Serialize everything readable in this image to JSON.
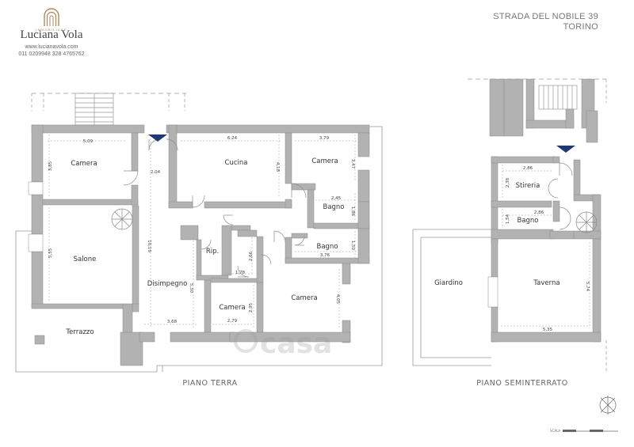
{
  "header": {
    "brand_tagline": "IMMOBILIARE",
    "brand_name": "Luciana Vola",
    "website": "www.lucianavola.com",
    "phones": "011 0209948   328 4765762",
    "address_street": "STRADA DEL NOBILE 39",
    "address_city": "TORINO"
  },
  "floors": {
    "ground": "PIANO  TERRA",
    "basement": "PIANO  SEMINTERRATO"
  },
  "rooms": {
    "camera_1": "Camera",
    "cucina": "Cucina",
    "camera_2": "Camera",
    "bagno_1": "Bagno",
    "bagno_2": "Bagno",
    "salone": "Salone",
    "rip": "Rip.",
    "disimpegno": "Disimpegno",
    "camera_3": "Camera",
    "camera_4": "Camera",
    "terrazzo": "Terrazzo",
    "stireria": "Stireria",
    "bagno_3": "Bagno",
    "giardino": "Giardino",
    "taverna": "Taverna"
  },
  "dimensions": {
    "d509": "5,09",
    "d385": "3,85",
    "d204": "2,04",
    "d624": "6,24",
    "d418": "4,18",
    "d379": "3,79",
    "d347": "3,47",
    "d245": "2,45",
    "d186": "1,86",
    "d555": "5,55",
    "d1019": "10,19",
    "d376": "3,76",
    "d150": "1,50",
    "d266": "2,66",
    "d178": "1,78",
    "d530": "5,30",
    "d368": "3,68",
    "d295": "2,95",
    "d279": "2,79",
    "d405": "4,05",
    "d286a": "2,86",
    "d238": "2,38",
    "d286b": "2,86",
    "d154": "1,54",
    "d574": "5,74",
    "d535": "5,35"
  },
  "watermark": "casa",
  "scale_label": "SCALA",
  "colors": {
    "wall": "#b2b2b2",
    "wall_stroke": "#8c8c8c",
    "door_arc": "#8c8c8c",
    "marker": "#1f3a73",
    "label": "#333333",
    "dim": "#444444",
    "brand": "#b08a5a"
  }
}
